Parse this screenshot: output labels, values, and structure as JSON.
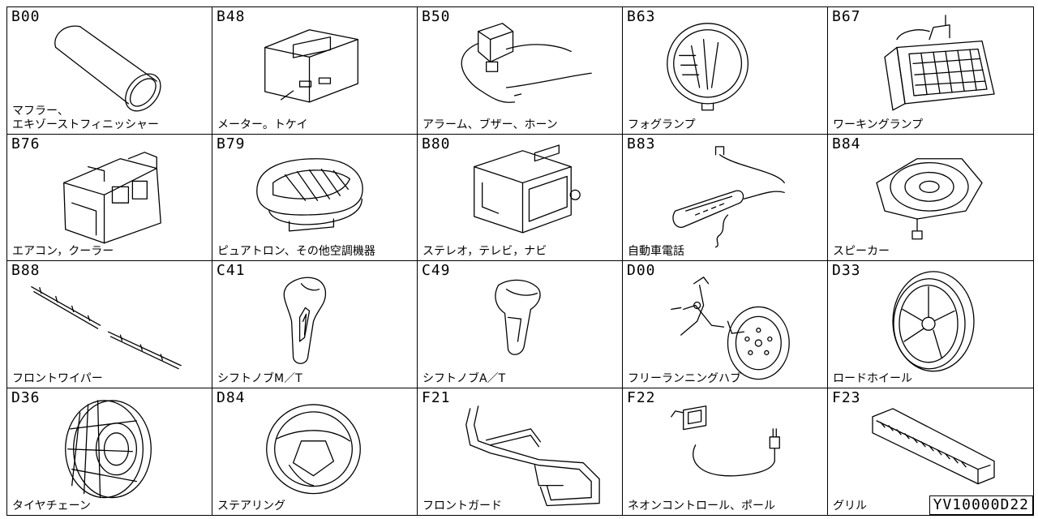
{
  "items": [
    {
      "code": "B00",
      "label": "マフラー、\nエキゾーストフィニッシャー",
      "icon": "muffler-icon"
    },
    {
      "code": "B48",
      "label": "メーター。トケイ",
      "icon": "meter-clock-icon"
    },
    {
      "code": "B50",
      "label": "アラーム、ブザー、ホーン",
      "icon": "alarm-buzzer-icon"
    },
    {
      "code": "B63",
      "label": "フォグランプ",
      "icon": "fog-lamp-icon"
    },
    {
      "code": "B67",
      "label": "ワーキングランプ",
      "icon": "working-lamp-icon"
    },
    {
      "code": "B76",
      "label": "エアコン，クーラー",
      "icon": "air-conditioner-icon"
    },
    {
      "code": "B79",
      "label": "ピュアトロン、その他空調機器",
      "icon": "air-purifier-icon"
    },
    {
      "code": "B80",
      "label": "ステレオ，テレビ，ナビ",
      "icon": "car-stereo-icon"
    },
    {
      "code": "B83",
      "label": "自動車電話",
      "icon": "car-phone-icon"
    },
    {
      "code": "B84",
      "label": "スピーカー",
      "icon": "speaker-icon"
    },
    {
      "code": "B88",
      "label": "フロントワイパー",
      "icon": "wiper-blade-icon"
    },
    {
      "code": "C41",
      "label": "シフトノブM／T",
      "icon": "shift-knob-manual-icon"
    },
    {
      "code": "C49",
      "label": "シフトノブA／T",
      "icon": "shift-knob-automatic-icon"
    },
    {
      "code": "D00",
      "label": "フリーランニングハブ",
      "icon": "free-running-hub-icon"
    },
    {
      "code": "D33",
      "label": "ロードホイール",
      "icon": "road-wheel-icon"
    },
    {
      "code": "D36",
      "label": "タイヤチェーン",
      "icon": "tire-chain-icon"
    },
    {
      "code": "D84",
      "label": "ステアリング",
      "icon": "steering-wheel-icon"
    },
    {
      "code": "F21",
      "label": "フロントガード",
      "icon": "front-guard-icon"
    },
    {
      "code": "F22",
      "label": "ネオンコントロール、ポール",
      "icon": "neon-control-icon"
    },
    {
      "code": "F23",
      "label": "グリル",
      "icon": "grille-icon"
    }
  ],
  "reference_code": "YV10000D22"
}
